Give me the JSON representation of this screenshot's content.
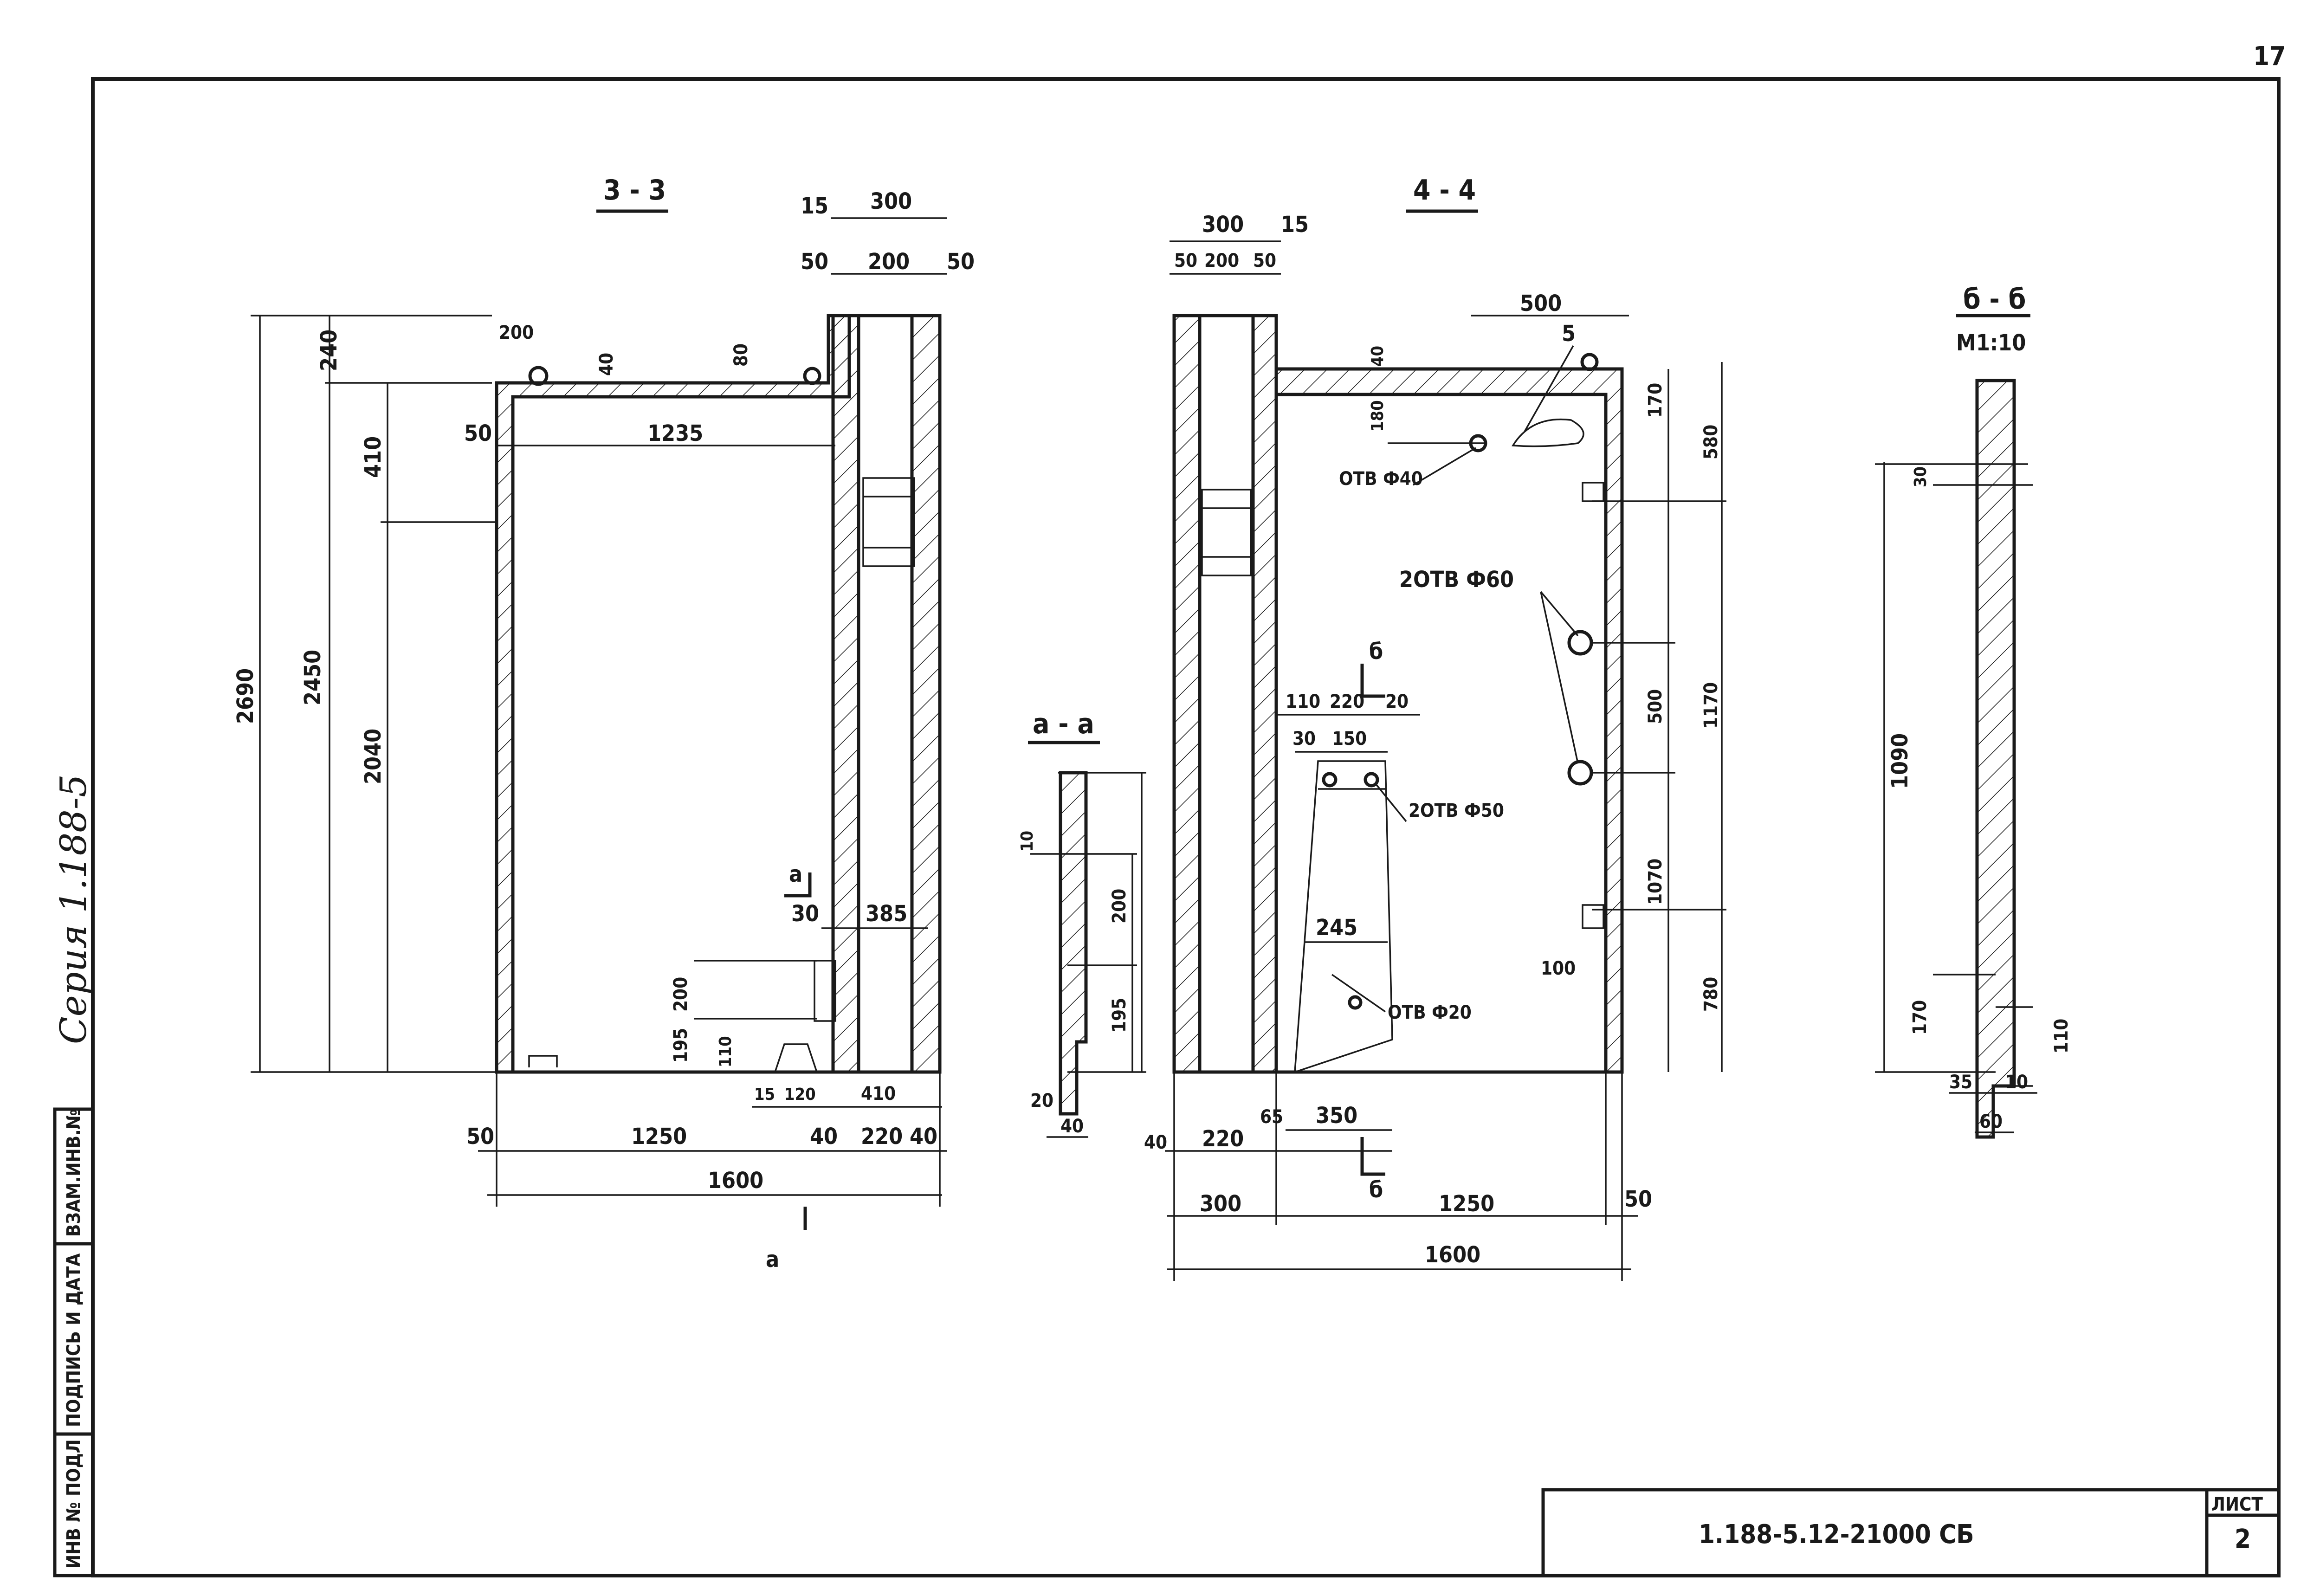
{
  "page_number": "17",
  "series_note": "Серия 1.188-5",
  "side_stamp": {
    "inv_orig": "ИНВ № ПОДЛ",
    "signature_date": "ПОДПИСЬ И ДАТА",
    "replace_inv": "ВЗАМ.ИНВ.№"
  },
  "title_block": {
    "document_code": "1.188-5.12-21000 СБ",
    "sheet_label": "ЛИСТ",
    "sheet_number": "2"
  },
  "section_33": {
    "title": "3 - 3",
    "dims": {
      "d15": "15",
      "d300": "300",
      "d50a": "50",
      "d200": "200",
      "d50b": "50",
      "d240": "240",
      "d2690": "2690",
      "d2450": "2450",
      "d410": "410",
      "d2040": "2040",
      "d200top": "200",
      "d40": "40",
      "d80": "80",
      "d50left": "50",
      "d1235": "1235",
      "d30": "30",
      "d385": "385",
      "d200low": "200",
      "d195": "195",
      "d110": "110",
      "d15low": "15",
      "d120": "120",
      "d410low": "410",
      "d50bot": "50",
      "d1250": "1250",
      "d40bot": "40",
      "d220": "220",
      "d40r": "40",
      "d1600": "1600"
    },
    "cut_mark": "а"
  },
  "section_44": {
    "title": "4 - 4",
    "dims": {
      "d300": "300",
      "d15": "15",
      "d50a": "50",
      "d200": "200",
      "d50b": "50",
      "d500": "500",
      "d5": "5",
      "d40": "40",
      "d180": "180",
      "d170": "170",
      "d580": "580",
      "hole40": "ОТВ Ф40",
      "holes60": "2ОТВ Ф60",
      "d500v": "500",
      "d1170": "1170",
      "d1070": "1070",
      "d100": "100",
      "d780": "780",
      "d110": "110",
      "d220top": "220",
      "d20": "20",
      "d30": "30",
      "d150": "150",
      "holes50": "2ОТВ Ф50",
      "d245": "245",
      "hole20": "ОТВ Ф20",
      "d40bot": "40",
      "d220": "220",
      "d65": "65",
      "d350": "350",
      "d300bot": "300",
      "d1250": "1250",
      "d50bot": "50",
      "d1600": "1600"
    },
    "cut_mark": "б"
  },
  "section_aa": {
    "title": "а - а",
    "dims": {
      "d10": "10",
      "d200": "200",
      "d195": "195",
      "d20": "20",
      "d40": "40"
    }
  },
  "section_bb": {
    "title": "б - б",
    "scale": "М1:10",
    "dims": {
      "d30": "30",
      "d1090": "1090",
      "d170": "170",
      "d110": "110",
      "d35": "35",
      "d10": "10",
      "d60": "60"
    }
  }
}
